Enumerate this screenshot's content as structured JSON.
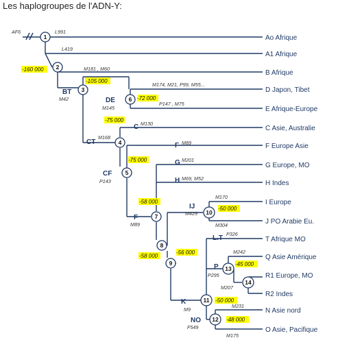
{
  "title": "Les haplogroupes de l'ADN-Y:",
  "groups": {
    "ao": "Ao Afrique",
    "a1": "A1  Afrique",
    "b": "B    Afrique",
    "d": "D    Japon, Tibet",
    "e": "E Afrique-Europe",
    "c": "C Asie, Australie",
    "f": "F Europe Asie",
    "g": "G  Europe, MO",
    "h": "H  Indes",
    "i": "I  Europe",
    "j": "J PO Arabie Eu.",
    "t": "T  Afrique MO",
    "q": "Q  Asie Amérique",
    "r1": "R1  Europe,  MO",
    "r2": "R2  Indes",
    "n": "N  Asie nord",
    "o": "O  Asie, Pacifique"
  },
  "inner_labels": {
    "bt": "BT",
    "de": "DE",
    "c": "C",
    "ct": "CT",
    "cf": "CF",
    "f_top": "F",
    "g": "G",
    "h": "H",
    "f": "F",
    "ij": "IJ",
    "lt": "L.T",
    "p": "P",
    "k": "K",
    "no": "NO"
  },
  "mutations": {
    "af6": "AF6",
    "l991": "L991",
    "l419": "L419",
    "m181": "M181 , M60",
    "m42": "M42",
    "m174": "M174, M21, P99, M55...",
    "m145": "M145",
    "p147": "P147 , M75",
    "m130": "M130",
    "m168": "M168",
    "p143": "P143",
    "m89_top": "M89",
    "m201": "M201",
    "m69": "M69, M52",
    "m170": "M170",
    "m429": "M429",
    "m304": "M304",
    "m89": "M89",
    "p326": "P326",
    "m242": "M242",
    "p295": "P295",
    "m207": "M207",
    "m231": "M231",
    "m9": "M9",
    "f549": "F549",
    "m175": "M175"
  },
  "nodes": {
    "n1": "1",
    "n2": "2",
    "n3": "3",
    "n4": "4",
    "n5": "5",
    "n6": "6",
    "n7": "7",
    "n8": "8",
    "n9": "9",
    "n10": "10",
    "n11": "11",
    "n12": "12",
    "n13": "13",
    "n14": "14"
  },
  "ages": {
    "a160": "-160 000",
    "a105": "-105 000",
    "a72": "-72 000",
    "a75a": "-75 000",
    "a75b": "-75 000",
    "a58a": "-58 000",
    "a58b": "-58 000",
    "a56": "-56 000",
    "a50a": "-50 000",
    "a45": "-45 000",
    "a50b": "-50 000",
    "a48": "-48 000"
  },
  "colors": {
    "line": "#1f3864",
    "highlight": "#ffff00"
  }
}
